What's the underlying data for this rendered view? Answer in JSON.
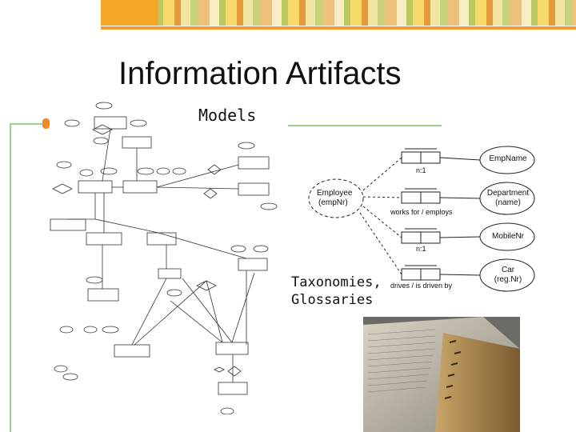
{
  "slide": {
    "title": "Information Artifacts",
    "models_label": "Models",
    "taxonomies_label_line1": "Taxonomies,",
    "taxonomies_label_line2": "Glossaries"
  },
  "orm": {
    "entities": [
      "EmpName",
      "Department (name)",
      "MobileNr",
      "Car (reg.Nr)"
    ],
    "employee_label_line1": "Employee",
    "employee_label_line2": "(empNr)",
    "uniqueness_labels": [
      "n:1",
      "n:1"
    ],
    "reading_labels": [
      "works for / employs",
      "drives / is driven by"
    ]
  },
  "colors": {
    "accent_orange": "#f08a24",
    "rule_green": "#9bd08f",
    "banner_orange": "#f5a623"
  },
  "icons": {
    "er_diagram": "er-diagram-image",
    "book": "open-book-image"
  }
}
